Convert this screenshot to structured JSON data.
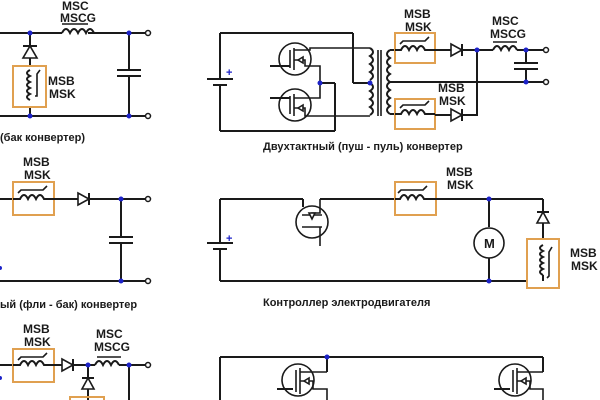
{
  "diagrams": {
    "buck": {
      "caption": "(бак конвертер)",
      "inductor_label": [
        "MSC",
        "MSCG"
      ],
      "core_label": [
        "MSB",
        "MSK"
      ]
    },
    "push_pull": {
      "caption": "Двухтактный (пуш - пуль) конвертер",
      "upper_core_label": [
        "MSB",
        "MSK"
      ],
      "lower_core_label": [
        "MSB",
        "MSK"
      ],
      "inductor_label": [
        "MSC",
        "MSCG"
      ],
      "battery_polarity": "+"
    },
    "flyback": {
      "caption": "ый (фли - бак) конвертер",
      "core_label": [
        "MSB",
        "MSK"
      ]
    },
    "motor_controller": {
      "caption": "Контроллер электродвигателя",
      "core_label_top": [
        "MSB",
        "MSK"
      ],
      "core_label_right": [
        "MSB",
        "MSK"
      ],
      "motor_symbol": "M",
      "battery_polarity": "+"
    },
    "forward": {
      "core_label": [
        "MSB",
        "MSK"
      ],
      "inductor_label": [
        "MSC",
        "MSCG"
      ]
    }
  },
  "colors": {
    "wire": "#1a1a1a",
    "highlight_box": "#e0a050",
    "junction": "#1c22c8"
  }
}
